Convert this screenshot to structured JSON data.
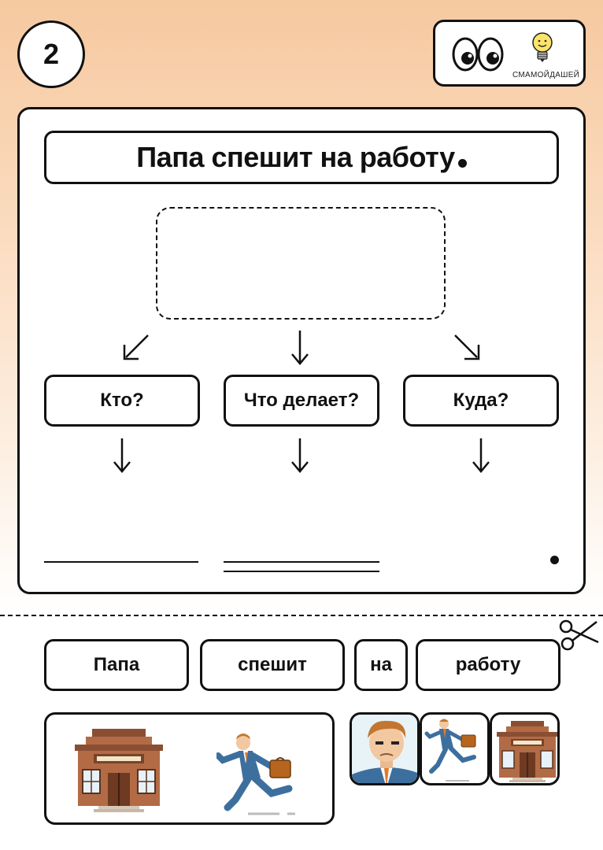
{
  "task_number": "2",
  "logo": {
    "brand_text": "СМАМОЙДАШЕЙ",
    "icons": [
      "eyes-icon",
      "lightbulb-icon"
    ]
  },
  "sentence": "Папа спешит на работу",
  "questions": [
    "Кто?",
    "Что делает?",
    "Куда?"
  ],
  "cutout_words": [
    "Папа",
    "спешит",
    "на",
    "работу"
  ],
  "icons": {
    "scissors": "scissors-icon",
    "building": "building-icon",
    "man_running": "running-man-icon",
    "man_face": "man-face-icon"
  },
  "colors": {
    "background_top": "#f6c9a0",
    "outline": "#111111",
    "building_brick": "#b36b45",
    "suit_blue": "#3d6f9e",
    "tie_orange": "#e07a2e"
  }
}
